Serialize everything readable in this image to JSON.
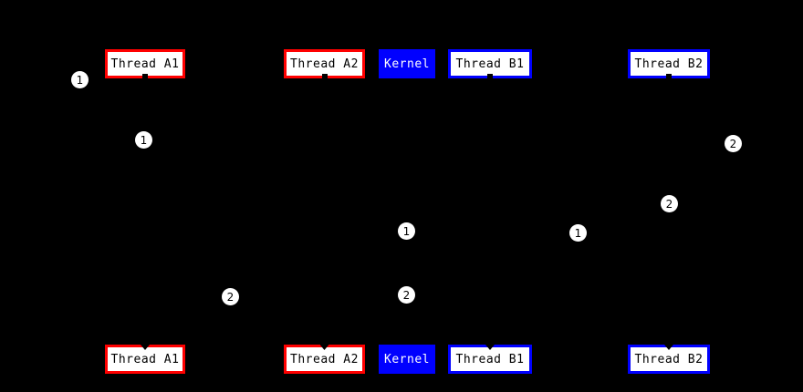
{
  "diagram": {
    "kind": "sequence-diagram",
    "background_color": "#000000",
    "colors": {
      "background": "#000000",
      "thread_a_border": "#ff0000",
      "thread_b_border": "#0000ff",
      "kernel_fill": "#0000ff",
      "kernel_text": "#ffffff",
      "participant_fill": "#ffffff",
      "participant_text": "#000000",
      "marker_fill": "#ffffff",
      "marker_text": "#000000"
    },
    "participants": [
      {
        "label": "Thread A1",
        "group": "thread-a"
      },
      {
        "label": "Thread A2",
        "group": "thread-a"
      },
      {
        "label": "Kernel",
        "group": "kernel"
      },
      {
        "label": "Thread B1",
        "group": "thread-b"
      },
      {
        "label": "Thread B2",
        "group": "thread-b"
      }
    ],
    "step_markers": [
      {
        "value": "1"
      },
      {
        "value": "1"
      },
      {
        "value": "2"
      },
      {
        "value": "2"
      },
      {
        "value": "1"
      },
      {
        "value": "1"
      },
      {
        "value": "2"
      },
      {
        "value": "2"
      }
    ]
  }
}
